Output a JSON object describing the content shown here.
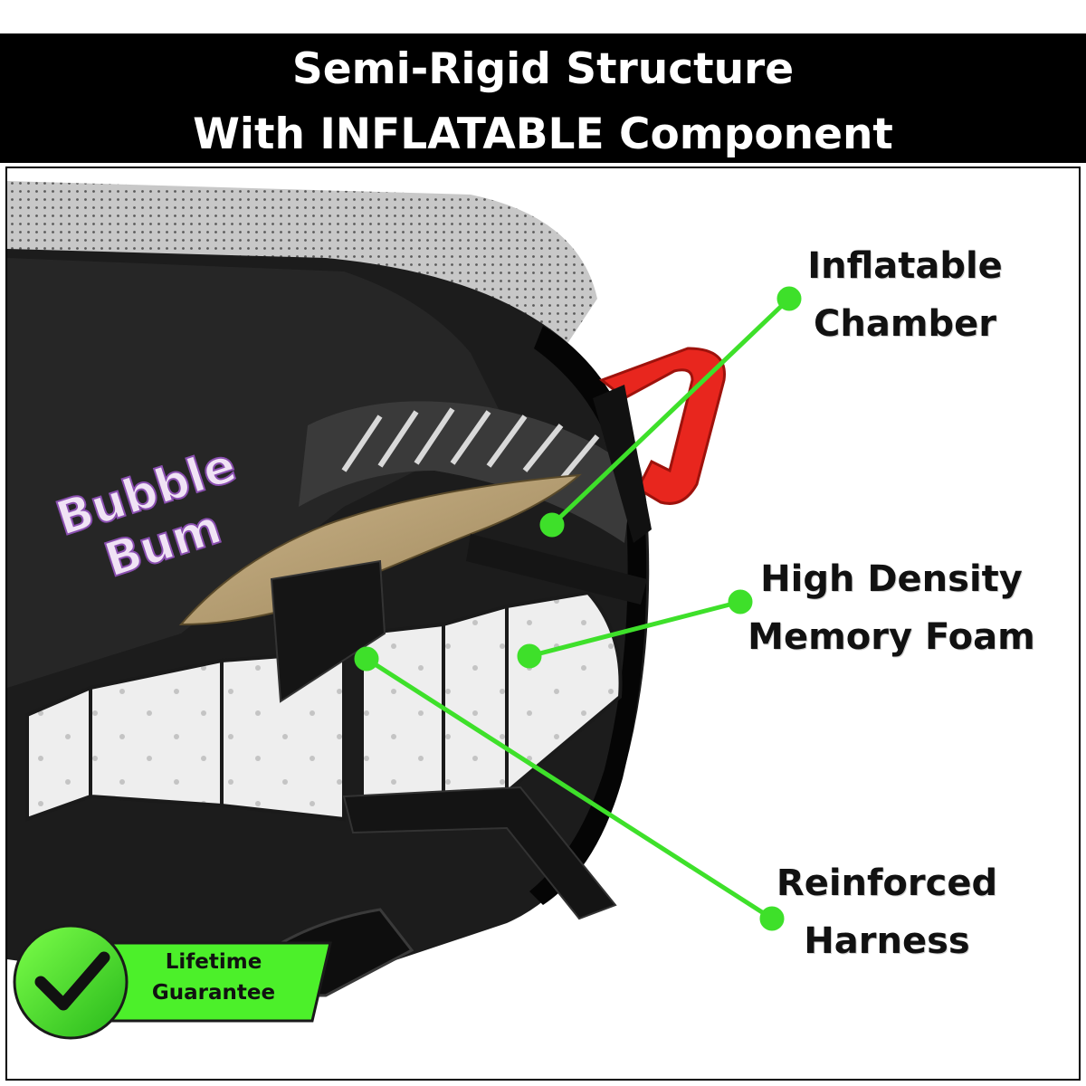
{
  "header": {
    "line1": "Semi-Rigid Structure",
    "line2": "With INFLATABLE Component"
  },
  "brand": {
    "logo_text": "Bubble Bum"
  },
  "callouts": {
    "chamber": {
      "line1": "Inflatable",
      "line2": "Chamber"
    },
    "foam": {
      "line1": "High Density",
      "line2": "Memory Foam"
    },
    "harness": {
      "line1": "Reinforced",
      "line2": "Harness"
    }
  },
  "badge": {
    "line1": "Lifetime",
    "line2": "Guarantee"
  },
  "colors": {
    "accent_green": "#3ee02a",
    "badge_green": "#4cf02a",
    "clip_red": "#e8261e",
    "header_bg": "#000000"
  },
  "icons": {
    "badge_icon": "checkmark-icon"
  }
}
